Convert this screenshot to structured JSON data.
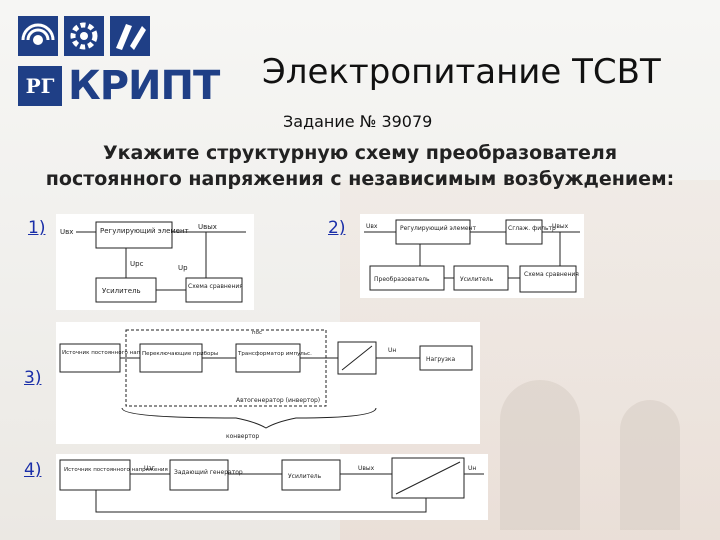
{
  "header": {
    "logo_text": "КРИПТ",
    "logo_mark": "РГ",
    "title": "Электропитание ТСВТ",
    "task": "Задание № 39079"
  },
  "question": "Укажите структурную схему преобразователя постоянного напряжения с независимым возбуждением:",
  "options": [
    {
      "label": "1)",
      "diagram": {
        "blocks": [
          "Регулирующий элемент",
          "Усилитель",
          "Схема сравнения"
        ],
        "signals": [
          "Uвх",
          "Uвых",
          "Uрс",
          "Uр"
        ]
      }
    },
    {
      "label": "2)",
      "diagram": {
        "blocks": [
          "Регулирующий элемент",
          "Сглаж. фильтр",
          "Преобразователь",
          "Усилитель",
          "Схема сравнения"
        ],
        "signals": [
          "Uвх",
          "Uвых"
        ]
      }
    },
    {
      "label": "3)",
      "diagram": {
        "blocks": [
          "Источник постоянного напряжения",
          "Переключающие приборы",
          "Трансформатор импульс.",
          "Нагрузка"
        ],
        "signals": [
          "Uн",
          "пос"
        ],
        "groups": [
          "Автогенератор (инвертор)",
          "конвертор"
        ]
      }
    },
    {
      "label": "4)",
      "diagram": {
        "blocks": [
          "Источник постоянного напряжения",
          "Задающий генератор",
          "Усилитель"
        ],
        "signals": [
          "Uзг",
          "Uвых",
          "Uн"
        ]
      }
    }
  ]
}
